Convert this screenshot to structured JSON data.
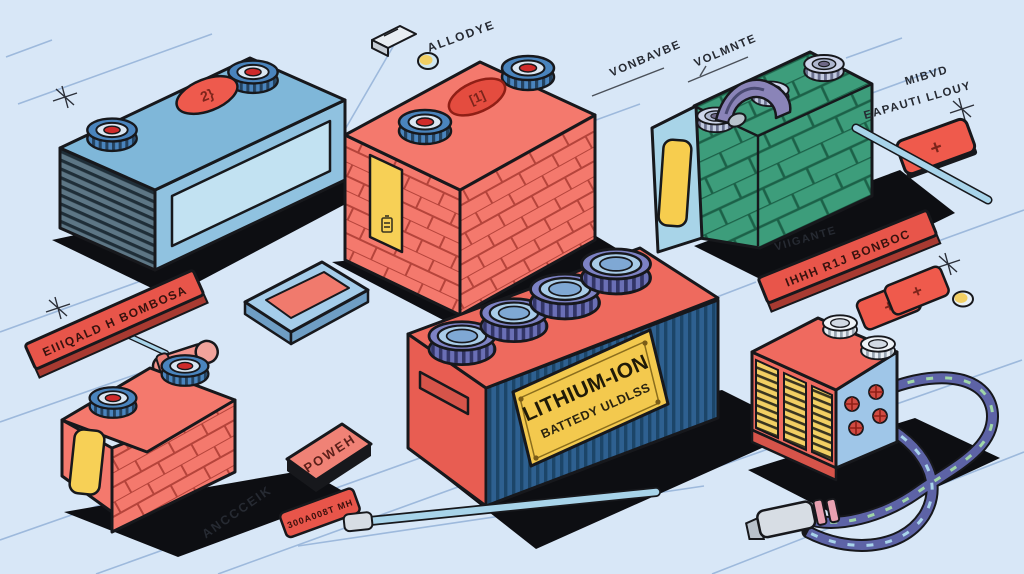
{
  "illustration": {
    "labels": {
      "anode_label": "ALLODYE",
      "voltage_label_1": "VONBAVBE",
      "voltage_label_2": "VOLMNTE",
      "capacity_label_line1": "MIBVD",
      "capacity_label_line2": "EAPAUTI LLOUY",
      "voltage_label_3": "VIIGANTE",
      "banner_right_text": "IHHH R1J BONBOC",
      "banner_left_text": "EIIIQALD H BOMBOSA",
      "power_tag_text": "POWEH",
      "bottom_left_label": "ANCCCEIK",
      "serial_tag_text": "300A008T MH"
    },
    "plate": {
      "line1": "LITHIUM-ION",
      "line2": "BATTEDY ULDLSS"
    },
    "glyphs": {
      "blue_button": "2}",
      "red_button": "[1]",
      "badge": "+"
    },
    "colors": {
      "background": "#d8e7f7",
      "guide_line": "#9db9dc",
      "outline": "#17181c",
      "blue_battery": "#7fb7d9",
      "salmon_battery": "#f4796d",
      "green_battery": "#3d9d7b",
      "navy_body": "#2e6090",
      "plate_yellow": "#f3c94e",
      "banner_red": "#e8554a",
      "cap_blue": "#4a84bd",
      "cap_purple": "#7d82c4",
      "cable_purple": "#5d63a6",
      "shadow": "#0d0e12"
    }
  }
}
